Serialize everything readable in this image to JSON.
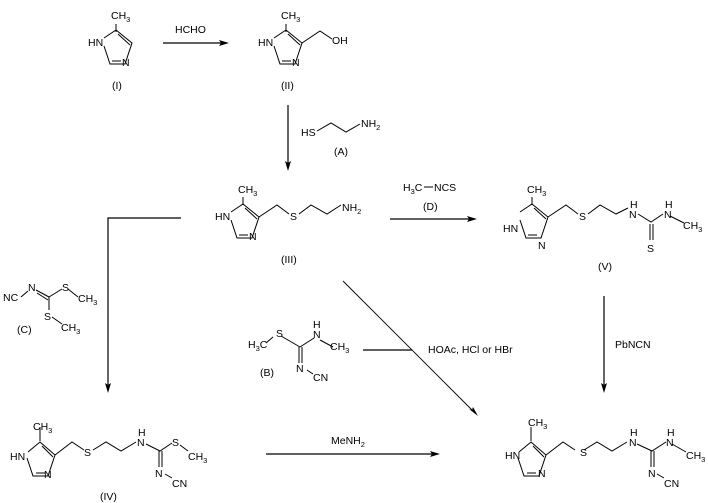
{
  "diagram": {
    "title": "Cimetidine synthesis scheme",
    "compounds": {
      "I": {
        "label": "(I)",
        "atoms": {
          "ch3": "CH",
          "ch3_sub": "3",
          "nh": "HN",
          "n": "N"
        }
      },
      "II": {
        "label": "(II)",
        "atoms": {
          "ch3": "CH",
          "ch3_sub": "3",
          "nh": "HN",
          "n": "N",
          "oh": "OH"
        }
      },
      "III": {
        "label": "(III)",
        "atoms": {
          "ch3": "CH",
          "ch3_sub": "3",
          "nh": "HN",
          "n": "N",
          "s": "S",
          "nh2": "NH",
          "nh2_sub": "2"
        }
      },
      "IV": {
        "label": "(IV)",
        "atoms": {
          "ch3": "CH",
          "ch3_sub": "3",
          "nh": "HN",
          "n": "N",
          "s": "S",
          "h": "H",
          "n2": "N",
          "s2": "S",
          "ch3b": "CH",
          "ch3b_sub": "3",
          "n3": "N",
          "cn": "CN"
        }
      },
      "V": {
        "label": "(V)",
        "atoms": {
          "ch3": "CH",
          "ch3_sub": "3",
          "nh": "HN",
          "n": "N",
          "s": "S",
          "h": "H",
          "n2": "N",
          "h2": "H",
          "n3": "N",
          "ch3b": "CH",
          "ch3b_sub": "3",
          "s2": "S"
        }
      },
      "product": {
        "label": "",
        "atoms": {
          "ch3": "CH",
          "ch3_sub": "3",
          "nh": "HN",
          "n": "N",
          "s": "S",
          "h": "H",
          "n2": "N",
          "h2": "H",
          "n3": "N",
          "ch3b": "CH",
          "ch3b_sub": "3",
          "n4": "N",
          "cn": "CN"
        }
      }
    },
    "reagents": {
      "A": {
        "label": "(A)",
        "hs": "HS",
        "nh2": "NH",
        "nh2_sub": "2"
      },
      "B": {
        "label": "(B)",
        "h3c": "H",
        "h3c_sub": "3",
        "h3c_c": "C",
        "s": "S",
        "h": "H",
        "n": "N",
        "ch3": "CH",
        "ch3_sub": "3",
        "n2": "N",
        "cn": "CN"
      },
      "C": {
        "label": "(C)",
        "nc": "NC",
        "n": "N",
        "s1": "S",
        "ch3a": "CH",
        "ch3a_sub": "3",
        "s2": "S",
        "ch3b": "CH",
        "ch3b_sub": "3"
      },
      "D": {
        "label": "(D)",
        "h3c": "H",
        "h3c_sub": "3",
        "h3c_c": "C",
        "ncs": "NCS"
      }
    },
    "arrows": {
      "i_to_ii": "HCHO",
      "iii_to_product": "HOAc, HCl or HBr",
      "v_to_product": "PbNCN",
      "iv_to_product": "MeNH",
      "iv_to_product_sub": "2"
    }
  }
}
